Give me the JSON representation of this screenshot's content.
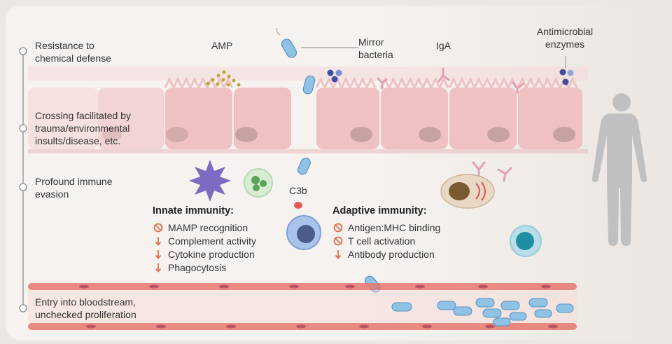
{
  "left_labels": [
    {
      "line1": "Resistance to",
      "line2": "chemical defense"
    },
    {
      "line1": "Crossing facilitated by",
      "line2": "trauma/environmental",
      "line3": "insults/disease, etc."
    },
    {
      "line1": "Profound immune",
      "line2": "evasion"
    },
    {
      "line1": "Entry into bloodstream,",
      "line2": "unchecked proliferation"
    }
  ],
  "top_labels": {
    "amp": "AMP",
    "mirror_line1": "Mirror",
    "mirror_line2": "bacteria",
    "iga": "IgA",
    "enzymes_line1": "Antimicrobial",
    "enzymes_line2": "enzymes"
  },
  "c3b": "C3b",
  "innate": {
    "title": "Innate immunity:",
    "items": [
      {
        "icon": "no-icon",
        "text": "MAMP recognition"
      },
      {
        "icon": "down-arrow-icon",
        "text": "Complement activity"
      },
      {
        "icon": "down-arrow-icon",
        "text": "Cytokine production"
      },
      {
        "icon": "down-arrow-icon",
        "text": "Phagocytosis"
      }
    ]
  },
  "adaptive": {
    "title": "Adaptive immunity:",
    "items": [
      {
        "icon": "no-icon",
        "text": "Antigen:MHC binding"
      },
      {
        "icon": "no-icon",
        "text": "T cell activation"
      },
      {
        "icon": "down-arrow-icon",
        "text": "Antibody production"
      }
    ]
  },
  "colors": {
    "cell_pink": "#efc1c3",
    "cell_nucleus": "#c7a29f",
    "bacteria": "#8ec3e6",
    "bacteria_dark": "#5a8fc0",
    "vessel": "#e5786f",
    "amp": "#b8a837",
    "iga": "#e0a0b5",
    "enzyme": "#3d4fa0",
    "macrophage": "#7d6ac2",
    "neutrophil": "#6ab56a",
    "c3b": "#e85a5a",
    "b_cell": "#2aa6b8",
    "symbol": "#e0704a",
    "human": "#c0c0c0"
  }
}
